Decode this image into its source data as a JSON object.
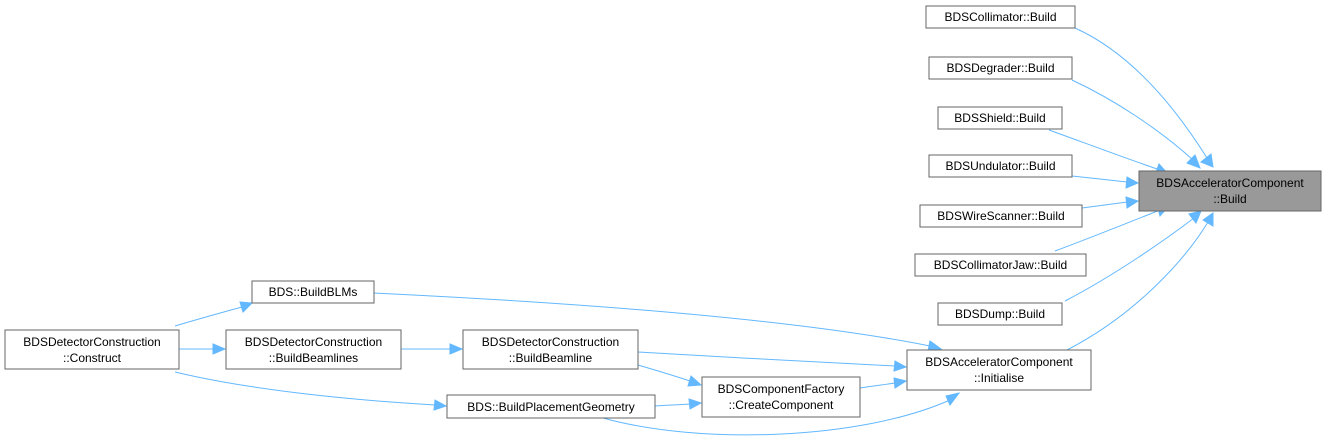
{
  "graph": {
    "nodes": {
      "collimator_build": {
        "lines": [
          "BDSCollimator::Build"
        ]
      },
      "degrader_build": {
        "lines": [
          "BDSDegrader::Build"
        ]
      },
      "shield_build": {
        "lines": [
          "BDSShield::Build"
        ]
      },
      "undulator_build": {
        "lines": [
          "BDSUndulator::Build"
        ]
      },
      "wirescanner_build": {
        "lines": [
          "BDSWireScanner::Build"
        ]
      },
      "collimatorjaw_build": {
        "lines": [
          "BDSCollimatorJaw::Build"
        ]
      },
      "dump_build": {
        "lines": [
          "BDSDump::Build"
        ]
      },
      "accelcomp_build": {
        "lines": [
          "BDSAcceleratorComponent",
          "::Build"
        ]
      },
      "build_blms": {
        "lines": [
          "BDS::BuildBLMs"
        ]
      },
      "detcon_construct": {
        "lines": [
          "BDSDetectorConstruction",
          "::Construct"
        ]
      },
      "detcon_buildbeamlines": {
        "lines": [
          "BDSDetectorConstruction",
          "::BuildBeamlines"
        ]
      },
      "detcon_buildbeamline": {
        "lines": [
          "BDSDetectorConstruction",
          "::BuildBeamline"
        ]
      },
      "accelcomp_initialise": {
        "lines": [
          "BDSAcceleratorComponent",
          "::Initialise"
        ]
      },
      "compfactory_create": {
        "lines": [
          "BDSComponentFactory",
          "::CreateComponent"
        ]
      },
      "build_placement": {
        "lines": [
          "BDS::BuildPlacementGeometry"
        ]
      }
    },
    "colors": {
      "edge": "#63b8ff",
      "node_border": "#666666",
      "root_fill": "#999999",
      "node_fill": "#ffffff"
    }
  }
}
